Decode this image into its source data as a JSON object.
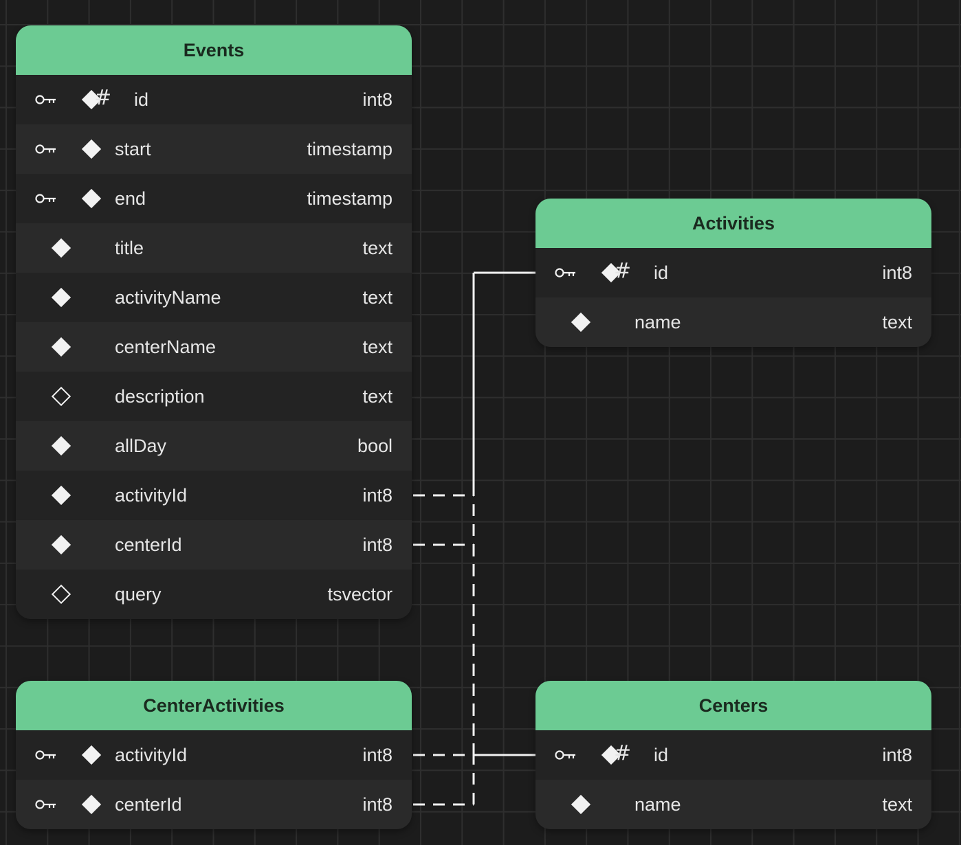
{
  "colors": {
    "background": "#1c1c1c",
    "grid": "#2e2e2e",
    "header": "#6ccb93",
    "row_light": "#2a2a2a",
    "row_dark": "#232323",
    "text": "#e6e6e6",
    "edge": "#f2f2f2"
  },
  "icons": {
    "primary_key": "key-icon",
    "not_null": "filled-diamond-icon",
    "nullable": "hollow-diamond-icon",
    "identity": "hash-icon",
    "hash_glyph": "#"
  },
  "tables": [
    {
      "name": "Events",
      "columns": [
        {
          "name": "id",
          "type": "int8",
          "pk": true,
          "nullable": false,
          "identity": true
        },
        {
          "name": "start",
          "type": "timestamp",
          "pk": true,
          "nullable": false,
          "identity": false
        },
        {
          "name": "end",
          "type": "timestamp",
          "pk": true,
          "nullable": false,
          "identity": false
        },
        {
          "name": "title",
          "type": "text",
          "pk": false,
          "nullable": false,
          "identity": false
        },
        {
          "name": "activityName",
          "type": "text",
          "pk": false,
          "nullable": false,
          "identity": false
        },
        {
          "name": "centerName",
          "type": "text",
          "pk": false,
          "nullable": false,
          "identity": false
        },
        {
          "name": "description",
          "type": "text",
          "pk": false,
          "nullable": true,
          "identity": false
        },
        {
          "name": "allDay",
          "type": "bool",
          "pk": false,
          "nullable": false,
          "identity": false
        },
        {
          "name": "activityId",
          "type": "int8",
          "pk": false,
          "nullable": false,
          "identity": false
        },
        {
          "name": "centerId",
          "type": "int8",
          "pk": false,
          "nullable": false,
          "identity": false
        },
        {
          "name": "query",
          "type": "tsvector",
          "pk": false,
          "nullable": true,
          "identity": false
        }
      ]
    },
    {
      "name": "Activities",
      "columns": [
        {
          "name": "id",
          "type": "int8",
          "pk": true,
          "nullable": false,
          "identity": true
        },
        {
          "name": "name",
          "type": "text",
          "pk": false,
          "nullable": false,
          "identity": false
        }
      ]
    },
    {
      "name": "CenterActivities",
      "columns": [
        {
          "name": "activityId",
          "type": "int8",
          "pk": true,
          "nullable": false,
          "identity": false
        },
        {
          "name": "centerId",
          "type": "int8",
          "pk": true,
          "nullable": false,
          "identity": false
        }
      ]
    },
    {
      "name": "Centers",
      "columns": [
        {
          "name": "id",
          "type": "int8",
          "pk": true,
          "nullable": false,
          "identity": true
        },
        {
          "name": "name",
          "type": "text",
          "pk": false,
          "nullable": false,
          "identity": false
        }
      ]
    }
  ],
  "relations": [
    {
      "from": "Events.activityId",
      "to": "Activities.id"
    },
    {
      "from": "Events.centerId",
      "to": "Centers.id"
    },
    {
      "from": "CenterActivities.activityId",
      "to": "Activities.id"
    },
    {
      "from": "CenterActivities.centerId",
      "to": "Centers.id"
    }
  ]
}
